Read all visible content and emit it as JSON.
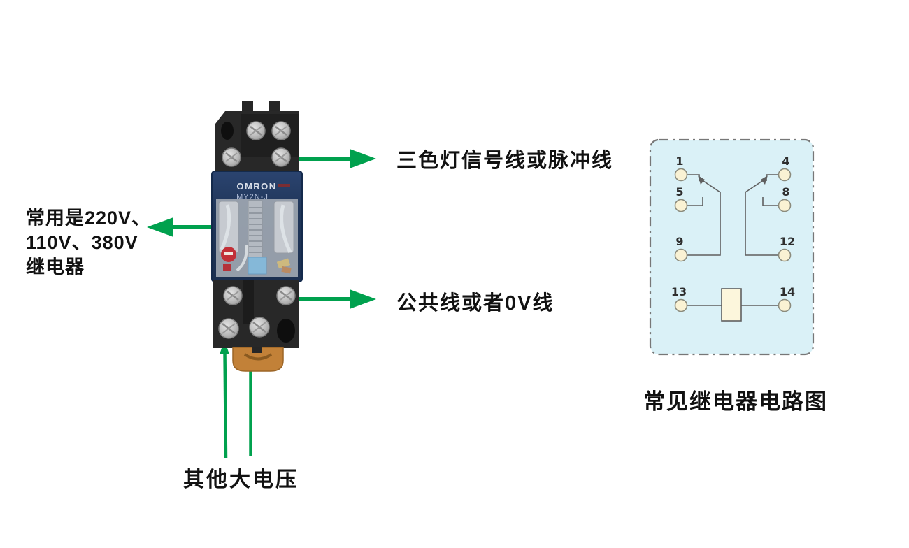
{
  "annotations": {
    "signal_line": "三色灯信号线或脉冲线",
    "relay_voltage_line1": "常用是220V、",
    "relay_voltage_line2": "110V、380V",
    "relay_voltage_line3": "继电器",
    "common_line": "公共线或者0V线",
    "other_voltage": "其他大电压"
  },
  "relay_photo": {
    "brand": "OMRON",
    "model": "MY2N-J"
  },
  "circuit": {
    "caption": "常见继电器电路图",
    "pins": {
      "p1": "1",
      "p4": "4",
      "p5": "5",
      "p8": "8",
      "p9": "9",
      "p12": "12",
      "p13": "13",
      "p14": "14"
    }
  },
  "colors": {
    "arrow_green": "#00A14E",
    "diagram_bg": "#DAF1F7",
    "diagram_border": "#777777",
    "pin_fill": "#FAF2D4",
    "coil_fill": "#FCF6DC",
    "wire": "#5F5F5F",
    "label_text": "#111111"
  }
}
